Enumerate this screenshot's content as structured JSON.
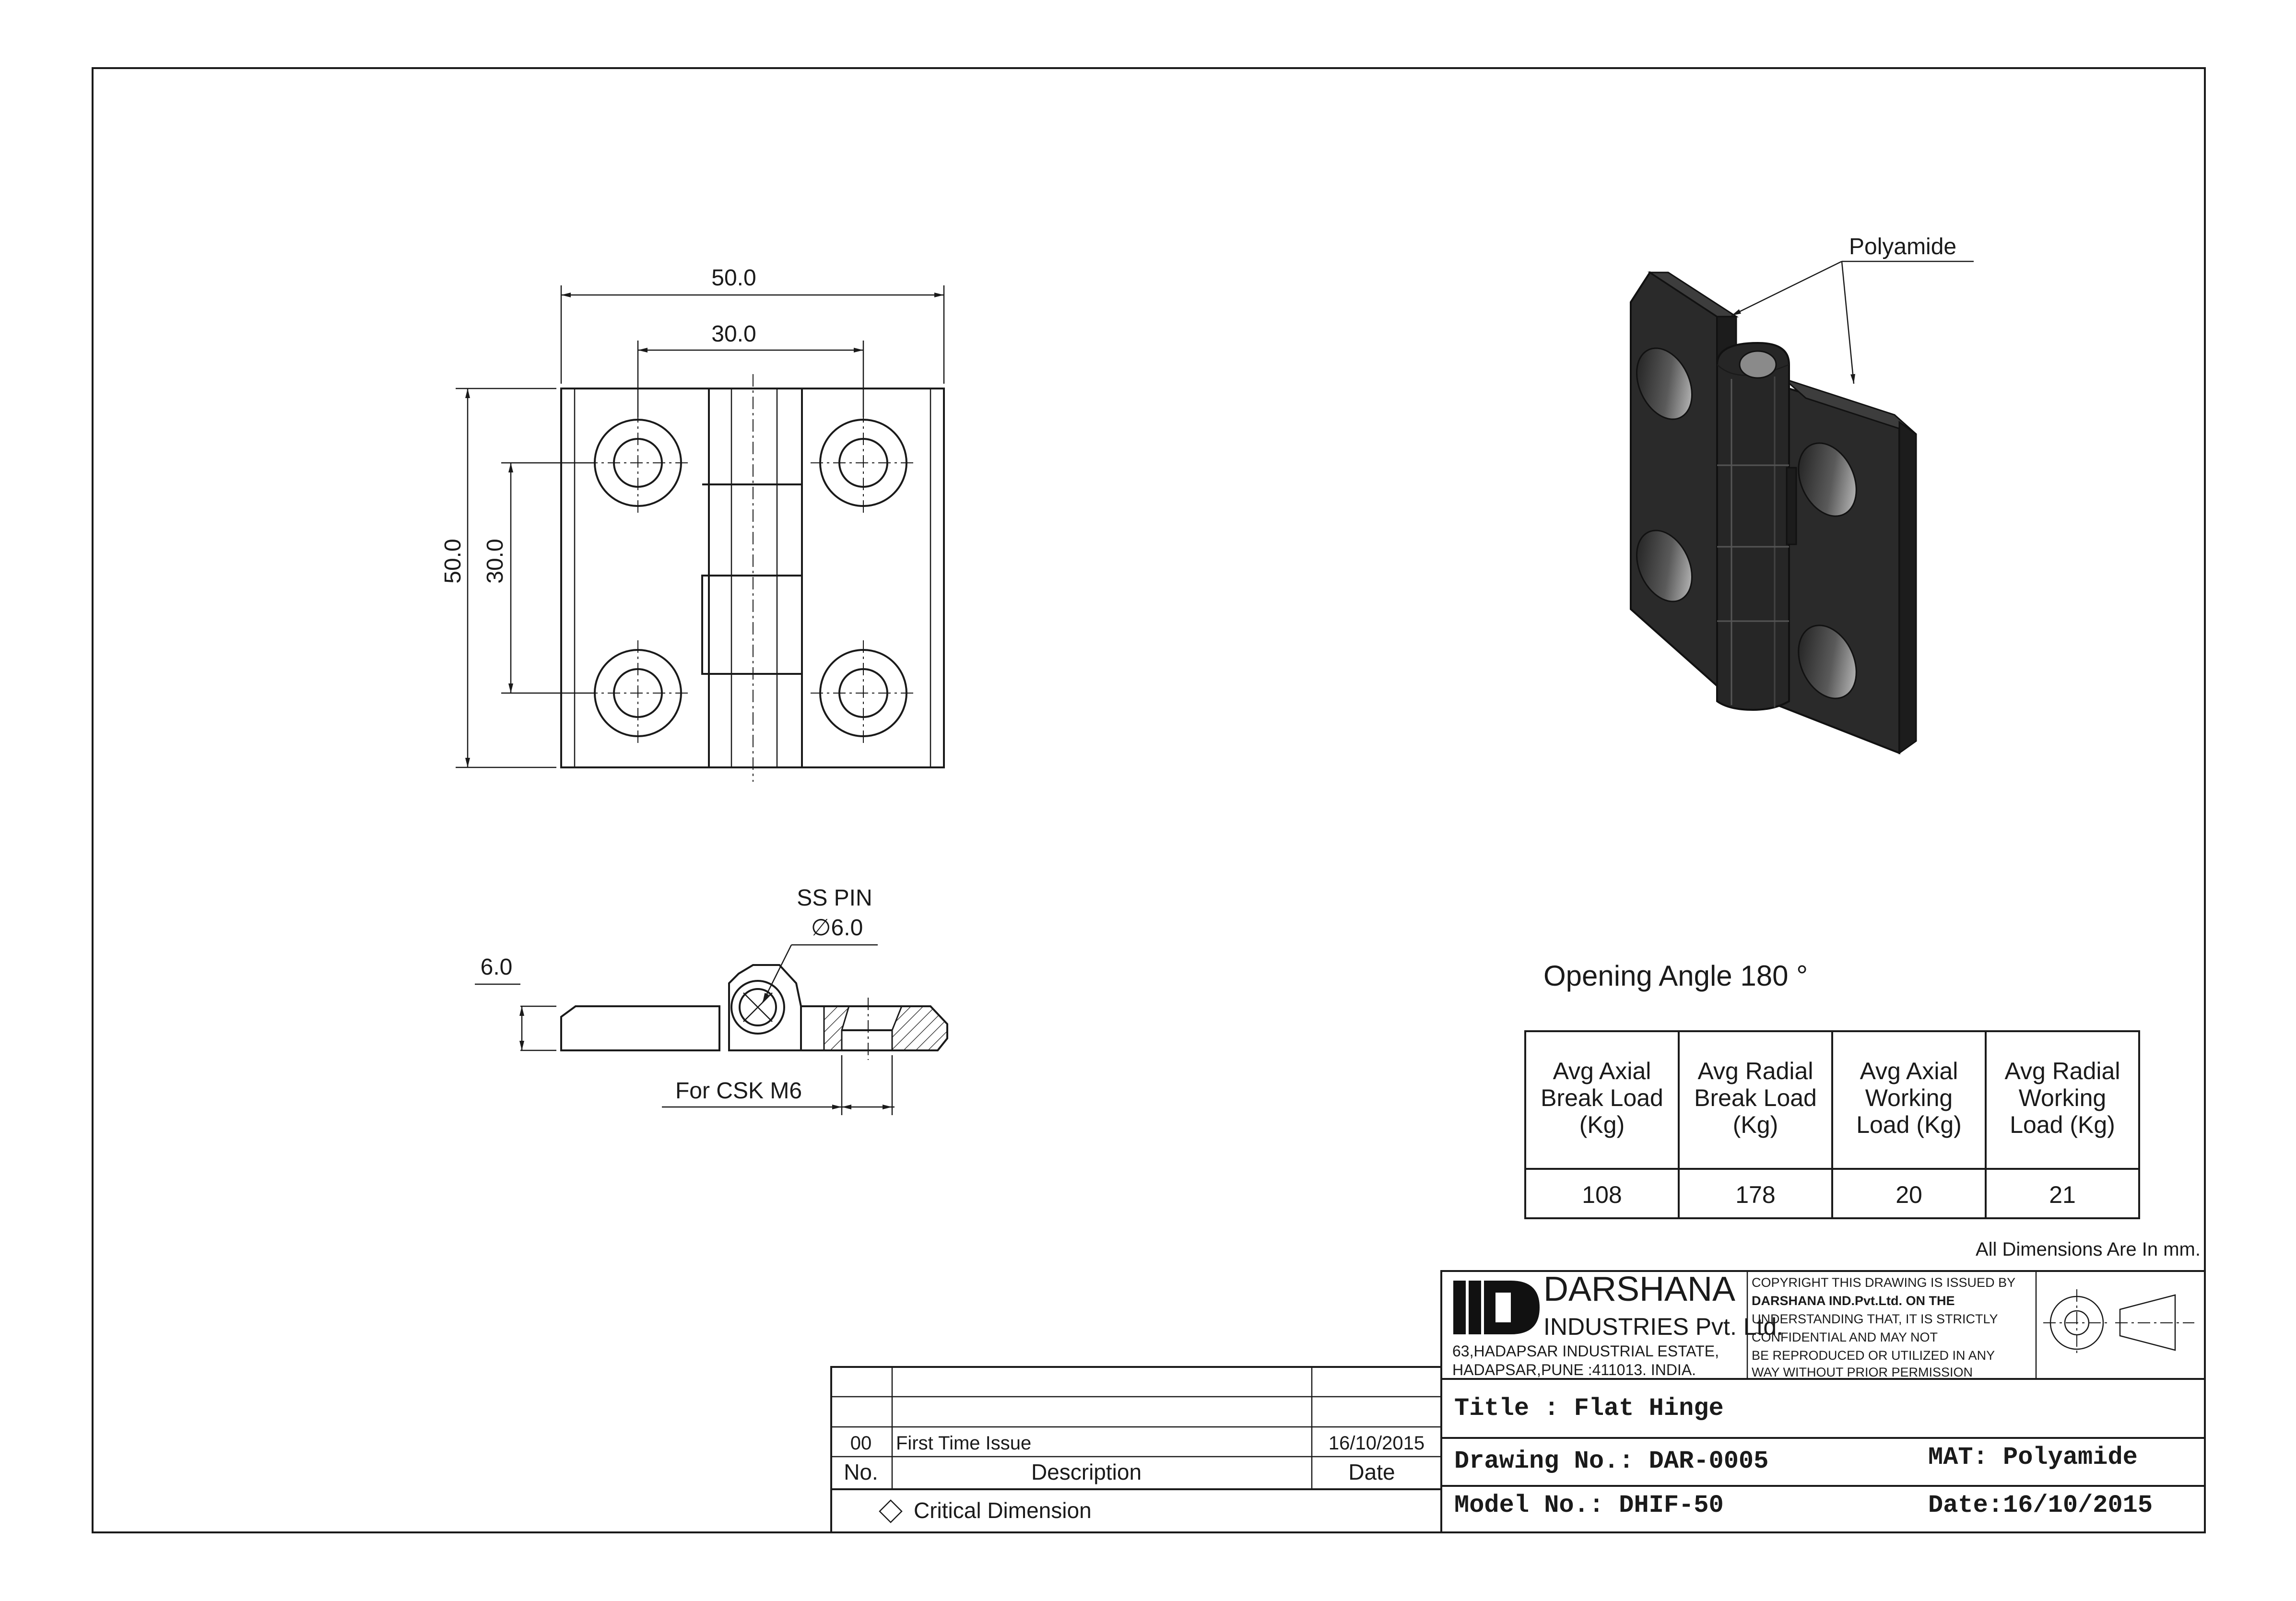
{
  "front_view": {
    "width_dim": "50.0",
    "hole_spacing_h": "30.0",
    "height_dim": "50.0",
    "hole_spacing_v": "30.0"
  },
  "side_view": {
    "pin_label": "SS PIN",
    "pin_dia": "∅6.0",
    "thickness_dim": "6.0",
    "csk_label": "For CSK M6"
  },
  "iso_view": {
    "material_label": "Polyamide"
  },
  "opening_angle": "Opening Angle 180 °",
  "load_table": {
    "headers": [
      [
        "Avg Axial",
        "Break Load",
        "(Kg)"
      ],
      [
        "Avg Radial",
        "Break Load",
        "(Kg)"
      ],
      [
        "Avg Axial",
        "Working",
        "Load (Kg)"
      ],
      [
        "Avg Radial",
        "Working",
        "Load (Kg)"
      ]
    ],
    "values": [
      "108",
      "178",
      "20",
      "21"
    ]
  },
  "dimensions_note": "All Dimensions Are In mm.",
  "revision_table": {
    "rows": [
      {
        "no": "00",
        "description": "First Time Issue",
        "date": "16/10/2015"
      }
    ],
    "header": {
      "no": "No.",
      "description": "Description",
      "date": "Date"
    },
    "critical_note": "Critical Dimension"
  },
  "title_block": {
    "company": "DARSHANA",
    "company_sub": "INDUSTRIES Pvt. Ltd.",
    "address_1": "63,HADAPSAR INDUSTRIAL ESTATE,",
    "address_2": "HADAPSAR,PUNE :411013. INDIA.",
    "copyright_lines": [
      "COPYRIGHT THIS DRAWING IS ISSUED BY",
      "DARSHANA IND.Pvt.Ltd. ON THE",
      "UNDERSTANDING THAT, IT IS STRICTLY",
      "CONFIDENTIAL AND MAY NOT",
      "BE REPRODUCED OR UTILIZED IN ANY",
      "WAY WITHOUT PRIOR PERMISSION"
    ],
    "title": "Title : Flat Hinge",
    "drawing_no": "Drawing No.: DAR-0005",
    "material": "MAT: Polyamide",
    "model_no": "Model No.: DHIF-50",
    "date": "Date:16/10/2015"
  }
}
